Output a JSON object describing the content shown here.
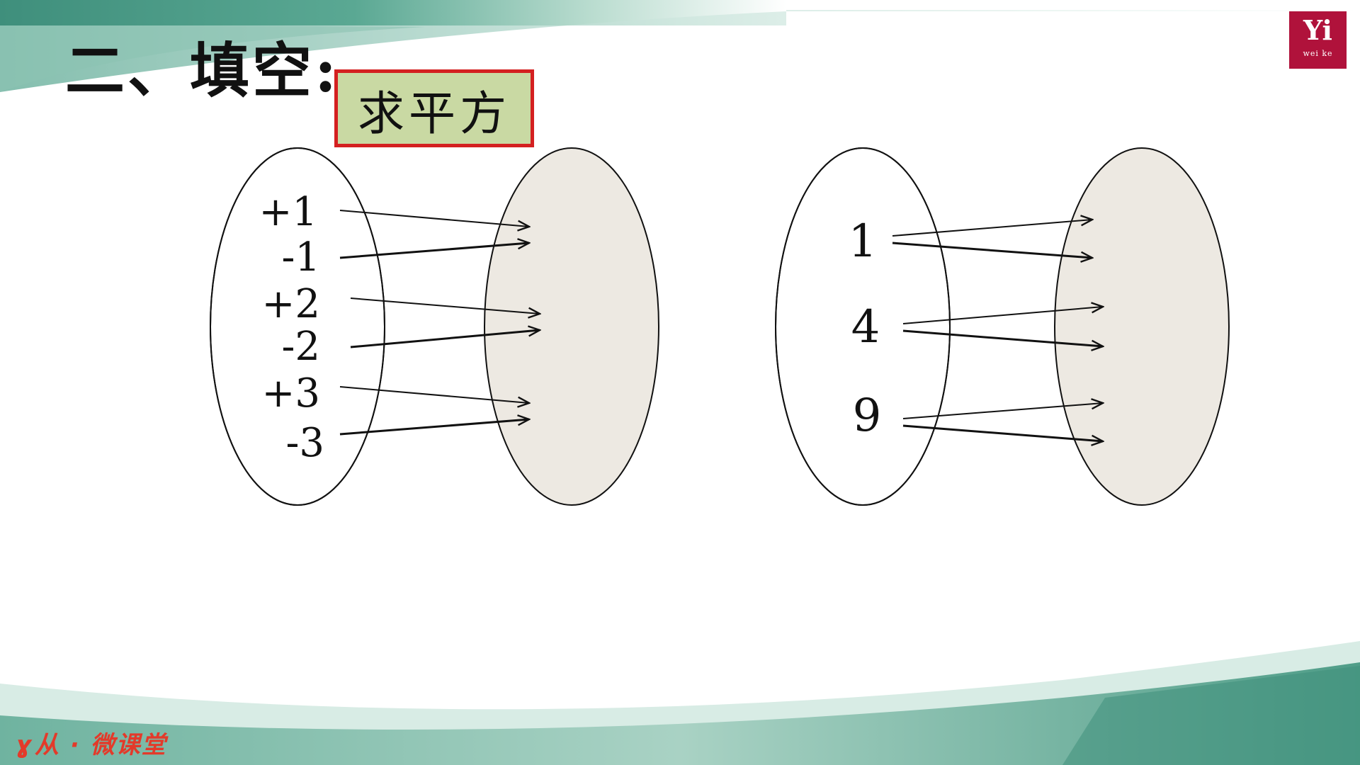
{
  "slide": {
    "title": "二、填空:",
    "operation_tag": "求平方",
    "logo": {
      "mark": "Yi",
      "sub": "wei ke"
    },
    "brand_footer": "ɣ从 · 微课堂"
  },
  "diagrams": [
    {
      "name": "square-mapping",
      "domain": [
        "+1",
        "-1",
        "+2",
        "-2",
        "+3",
        "-3"
      ]
    },
    {
      "name": "square-root-mapping",
      "domain": [
        "1",
        "4",
        "9"
      ]
    }
  ],
  "colors": {
    "tag_fill": "#c9d9a3",
    "tag_border": "#d42020",
    "codomain_fill": "#ede9e2",
    "banner_teal": "#4d9c88",
    "logo_bg": "#b0123b",
    "brand_red": "#e33a2a"
  }
}
